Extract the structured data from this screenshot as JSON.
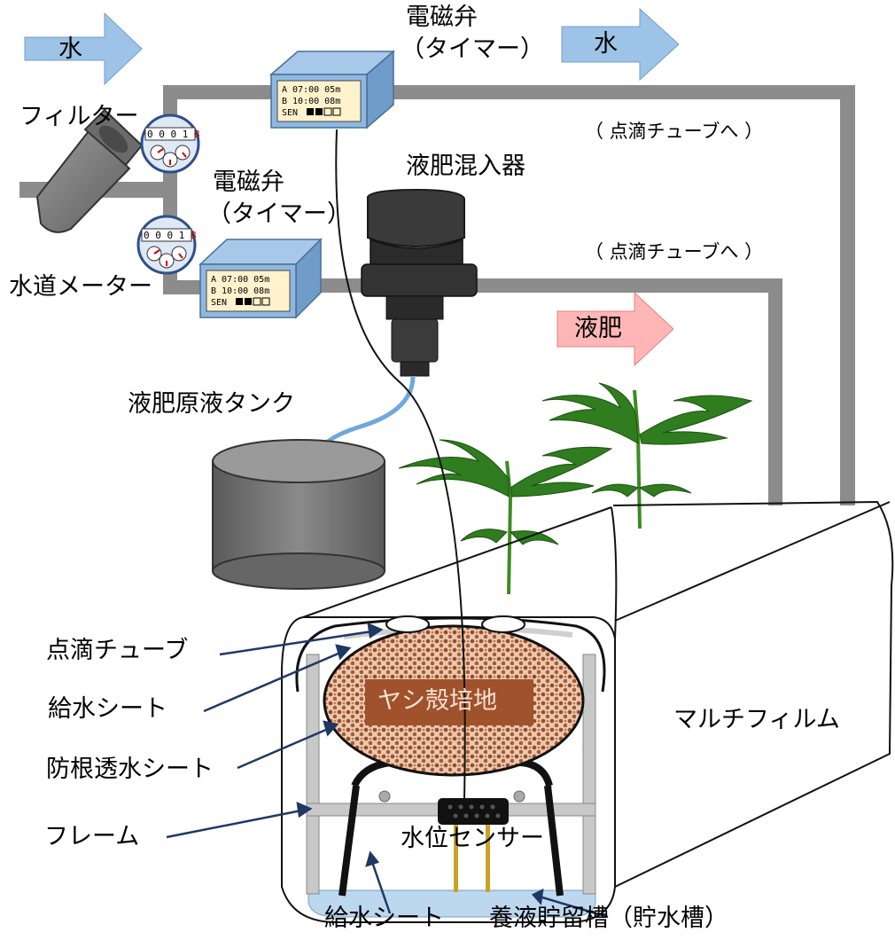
{
  "flow_labels": {
    "water_in": "水",
    "water_out": "水",
    "liquid_fertilizer": "液肥"
  },
  "components": {
    "filter": "フィルター",
    "water_meter": "水道メーター",
    "solenoid_valve_top_line1": "電磁弁",
    "solenoid_valve_top_line2": "（タイマー）",
    "solenoid_valve_bottom_line1": "電磁弁",
    "solenoid_valve_bottom_line2": "（タイマー）",
    "fertilizer_injector": "液肥混入器",
    "stock_tank": "液肥原液タンク",
    "to_drip_tube_1": "（ 点滴チューブへ ）",
    "to_drip_tube_2": "（ 点滴チューブへ ）"
  },
  "timer_display": {
    "line_a": "A  07:00  05m",
    "line_b": "B  10:00  08m",
    "line_sen": "SEN"
  },
  "meter_reading": [
    "0",
    "0",
    "0",
    "1",
    "8"
  ],
  "bed_labels": {
    "drip_tube": "点滴チューブ",
    "water_sheet_1": "給水シート",
    "root_sheet": "防根透水シート",
    "frame": "フレーム",
    "water_sheet_2": "給水シート",
    "reservoir": "養液貯留槽（貯水槽）",
    "coco_substrate": "ヤシ殻培地",
    "mulch_film": "マルチフィルム",
    "water_level_sensor": "水位センサー"
  },
  "colors": {
    "arrow_blue": "#9dc3e6",
    "arrow_pink": "#ffb6b6",
    "pipe_gray": "#8c8c8c",
    "timer_face": "#fff2cc",
    "timer_body": "#8fb8e0",
    "leaf_green": "#2f7d1e",
    "reservoir_water": "#bdd7ee",
    "substrate_brown": "#a0522d"
  }
}
